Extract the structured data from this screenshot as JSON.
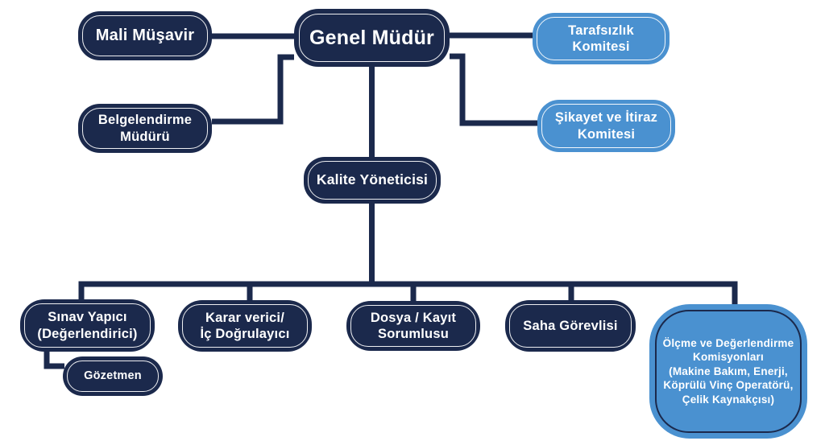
{
  "diagram": {
    "type": "org-chart",
    "background": "#ffffff",
    "colors": {
      "navy": "#1b294c",
      "light_blue": "#4a91d0",
      "text": "#ffffff",
      "connector": "#1b294c"
    },
    "nodes": [
      {
        "id": "mali-musavir",
        "label": "Mali Müşavir",
        "variant": "navy"
      },
      {
        "id": "genel-mudur",
        "label": "Genel Müdür",
        "variant": "navy"
      },
      {
        "id": "tarafsizlik-komitesi",
        "label": "Tarafsızlık\nKomitesi",
        "variant": "blue"
      },
      {
        "id": "belgelendirme-muduru",
        "label": "Belgelendirme\nMüdürü",
        "variant": "navy"
      },
      {
        "id": "sikayet-itiraz-komitesi",
        "label": "Şikayet ve İtiraz\nKomitesi",
        "variant": "blue"
      },
      {
        "id": "kalite-yoneticisi",
        "label": "Kalite Yöneticisi",
        "variant": "navy"
      },
      {
        "id": "sinav-yapici",
        "label": "Sınav Yapıcı\n(Değerlendirici)",
        "variant": "navy"
      },
      {
        "id": "karar-verici",
        "label": "Karar verici/\nİç Doğrulayıcı",
        "variant": "navy"
      },
      {
        "id": "dosya-kayit-sorumlusu",
        "label": "Dosya / Kayıt\nSorumlusu",
        "variant": "navy"
      },
      {
        "id": "saha-gorevlisi",
        "label": "Saha Görevlisi",
        "variant": "navy"
      },
      {
        "id": "olcme-degerlendirme",
        "label": "Ölçme ve Değerlendirme\nKomisyonları\n(Makine Bakım, Enerji,\nKöprülü Vinç Operatörü,\nÇelik Kaynakçısı)",
        "variant": "blue-large"
      },
      {
        "id": "gozetmen",
        "label": "Gözetmen",
        "variant": "navy"
      }
    ],
    "edges": [
      {
        "from": "mali-musavir",
        "to": "genel-mudur"
      },
      {
        "from": "genel-mudur",
        "to": "tarafsizlik-komitesi"
      },
      {
        "from": "genel-mudur",
        "to": "belgelendirme-muduru"
      },
      {
        "from": "genel-mudur",
        "to": "sikayet-itiraz-komitesi"
      },
      {
        "from": "genel-mudur",
        "to": "kalite-yoneticisi"
      },
      {
        "from": "kalite-yoneticisi",
        "to": "sinav-yapici"
      },
      {
        "from": "kalite-yoneticisi",
        "to": "karar-verici"
      },
      {
        "from": "kalite-yoneticisi",
        "to": "dosya-kayit-sorumlusu"
      },
      {
        "from": "kalite-yoneticisi",
        "to": "saha-gorevlisi"
      },
      {
        "from": "kalite-yoneticisi",
        "to": "olcme-degerlendirme"
      },
      {
        "from": "sinav-yapici",
        "to": "gozetmen"
      }
    ]
  }
}
